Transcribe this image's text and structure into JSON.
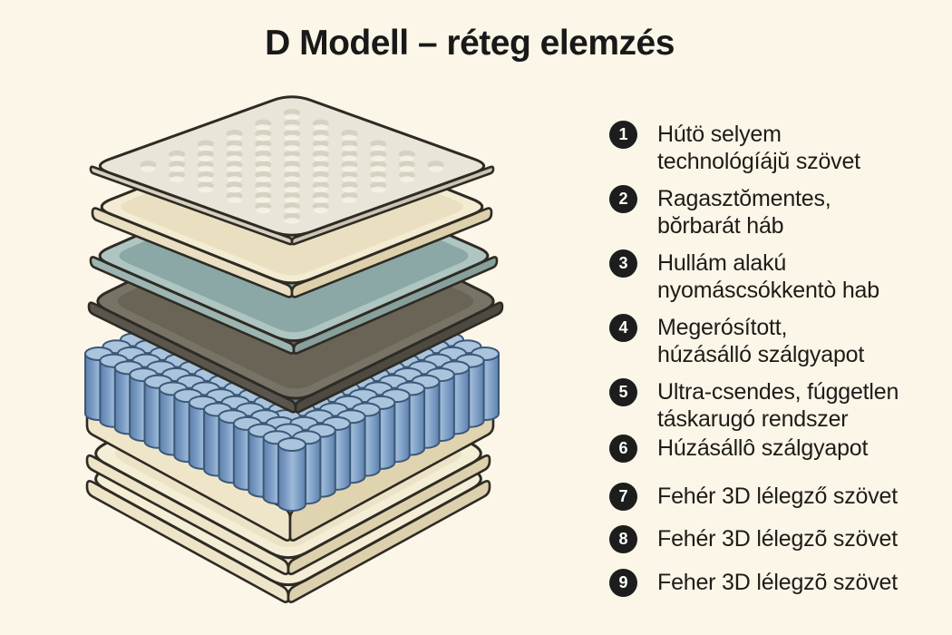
{
  "title": "D Modell – réteg elemzés",
  "legend": {
    "items": [
      {
        "number": "1",
        "line1": "Hútö selyem",
        "line2": "technológíájŭ szövet"
      },
      {
        "number": "2",
        "line1": "Ragasztŏmentes,",
        "line2": "bŏrbarát háb"
      },
      {
        "number": "3",
        "line1": "Hullám alakú",
        "line2": "nyomáscsókkentò hab"
      },
      {
        "number": "4",
        "line1": "Megerósított,",
        "line2": "húzásálló szálgyapot"
      },
      {
        "number": "5",
        "line1": "Ultra-csendes, fúggetlen",
        "line2": "táskarugó rendszer"
      },
      {
        "number": "6",
        "line1": "Húzásállô szálgyapot",
        "line2": ""
      },
      {
        "number": "7",
        "line1": "Fehér 3D lélegző szövet",
        "line2": ""
      },
      {
        "number": "8",
        "line1": "Fehér 3D lélegzõ szövet",
        "line2": ""
      },
      {
        "number": "9",
        "line1": "Feher 3D lélegzõ szövet",
        "line2": ""
      }
    ]
  },
  "colors": {
    "background": "#fbf6e8",
    "text": "#1e1c18",
    "title": "#191919",
    "badge": "#1d1d1d",
    "badge_text": "#ffffff"
  },
  "diagram": {
    "outline": "#2e2b24",
    "layers": [
      {
        "name": "quilted-cooling-cover",
        "rim": "#e9e5d8",
        "inner": "",
        "bandL": "#d6d0c0",
        "bandR": "#cbc4b2",
        "dimple": "#c7c1ae",
        "dimple_hi": "#f6f3e9"
      },
      {
        "name": "cream-foam",
        "rim": "#f3ecd3",
        "inner": "#eadfc1",
        "bandL": "#eadfc2",
        "bandR": "#ddd0ac"
      },
      {
        "name": "teal-wave-foam",
        "rim": "#aec5c1",
        "inner": "#8ba8a7",
        "bandL": "#9db5b1",
        "bandR": "#87a09c"
      },
      {
        "name": "dark-support-foam",
        "rim": "#787367",
        "inner": "#696456",
        "bandL": "#5a564d",
        "bandR": "#4d4a42"
      },
      {
        "name": "pocket-spring-system",
        "interior": "#5a7494",
        "body_edge": "#5d80aa",
        "body_mid": "#7b9cc4",
        "body_hi": "#9dbad8",
        "top": "#aac4dd",
        "outline": "#3b5878"
      },
      {
        "name": "base-foam",
        "rim": "#f4eed6",
        "inner": "#ece3c7",
        "bandL": "#efe6ca",
        "bandR": "#e0d3b0"
      },
      {
        "name": "bottom-sheet-1",
        "rim": "#f4eed6",
        "inner": "#ece3c7",
        "bandL": "#eee4c8",
        "bandR": "#ddd0ad"
      },
      {
        "name": "bottom-sheet-2",
        "rim": "#f4eed6",
        "inner": "#ece3c7",
        "bandL": "#eee4c8",
        "bandR": "#ddd0ad"
      }
    ]
  }
}
